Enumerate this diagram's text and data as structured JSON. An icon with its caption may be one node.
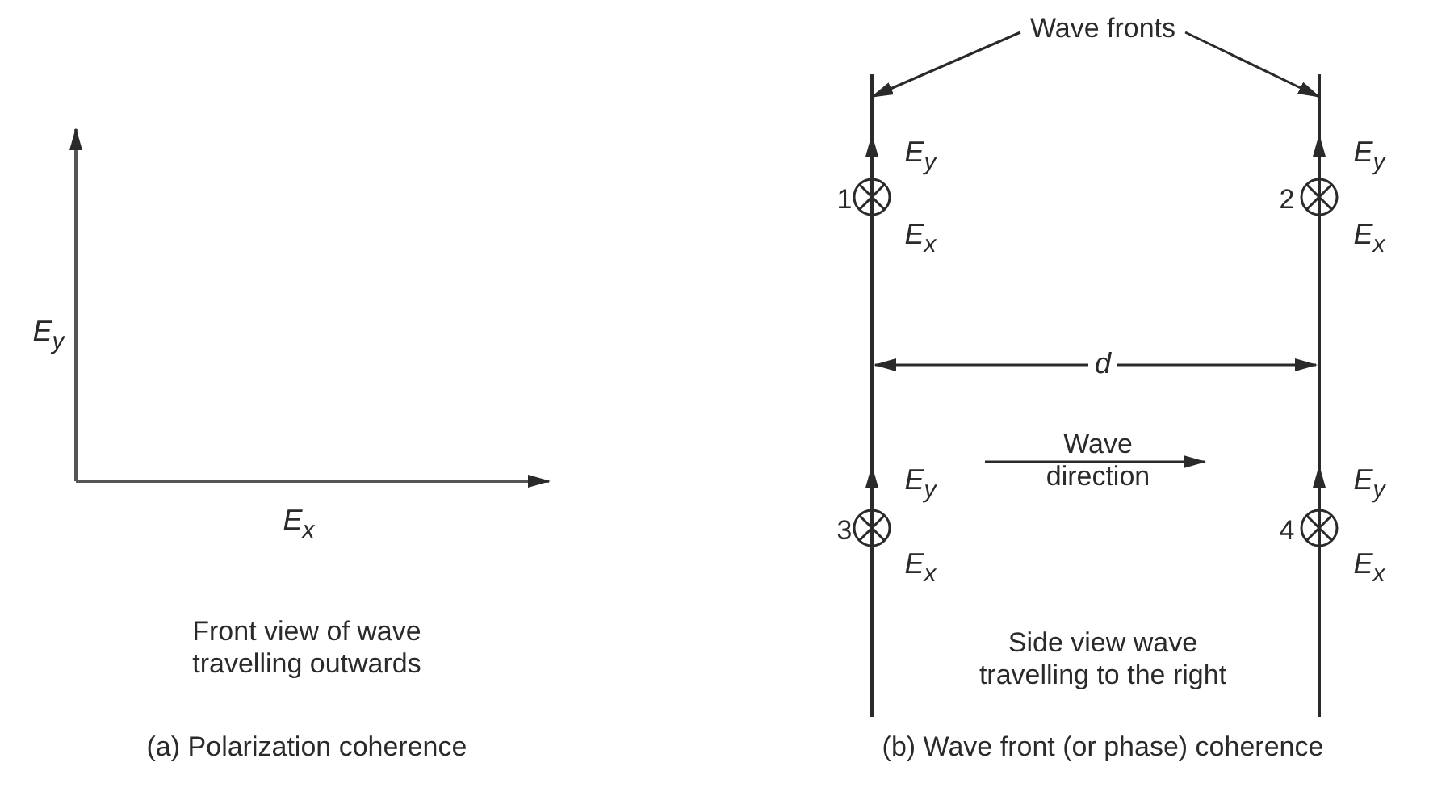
{
  "diagram": {
    "nodes": [
      {
        "text": [
          "Wave fronts"
        ]
      },
      {
        "text": [],
        "shape": "bar"
      },
      {
        "text": [],
        "shape": "bar"
      }
    ],
    "edges": [
      {
        "from": 0,
        "to": 1,
        "arrow": "to"
      },
      {
        "from": 0,
        "to": 2,
        "arrow": "to"
      }
    ],
    "labels": [
      "E$_{y}$",
      "E$_{x}$",
      "Front view of wave travelling outwards",
      "(a) Polarization coherence",
      "1",
      "E$_{y}$",
      "E$_{x}$",
      "2",
      "E$_{y}$",
      "E$_{x}$",
      "d",
      "Wave direction",
      "3",
      "E$_{y}$",
      "E$_{x}$",
      "4",
      "E$_{y}$",
      "E$_{x}$",
      "Side view wave travelling to the right",
      "(b) Wave front (or phase) coherence"
    ]
  }
}
